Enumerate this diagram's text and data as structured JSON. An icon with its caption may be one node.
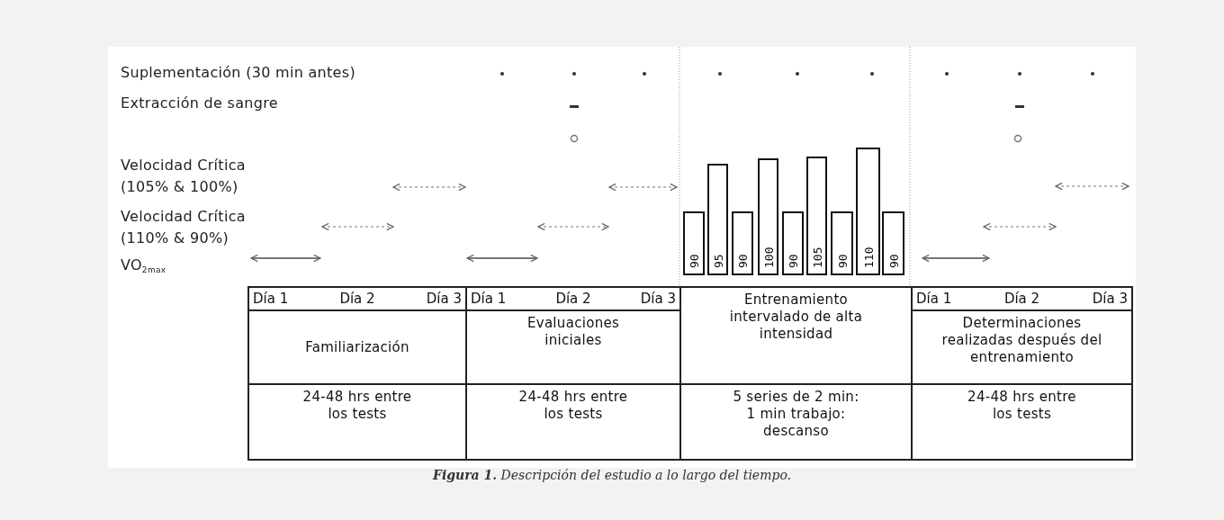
{
  "diagram": {
    "caption": "**Figura 1.** Descripción del estudio a lo largo del tiempo.",
    "nodes": [
      {
        "text": [
          "90"
        ]
      },
      {
        "text": [
          "95"
        ]
      },
      {
        "text": [
          "90"
        ]
      },
      {
        "text": [
          "100"
        ]
      },
      {
        "text": [
          "90"
        ]
      },
      {
        "text": [
          "105"
        ]
      },
      {
        "text": [
          "90"
        ]
      },
      {
        "text": [
          "110"
        ]
      },
      {
        "text": [
          "90"
        ]
      },
      {
        "text": [
          "Día 1",
          "Día 2",
          "Día 3"
        ]
      },
      {
        "text": [
          "Día 1",
          "Día 2",
          "Día 3"
        ]
      },
      {
        "text": [
          "Entrenamiento intervalado de alta intensidad"
        ]
      },
      {
        "text": [
          "Día 1",
          "Día 2",
          "Día 3"
        ]
      },
      {
        "text": [
          "Familiarización"
        ]
      },
      {
        "text": [
          "Evaluaciones iniciales"
        ]
      },
      {
        "text": [
          "Determinaciones realizadas después del entrenamiento"
        ]
      },
      {
        "text": [
          "24-48 hrs entre los tests"
        ]
      },
      {
        "text": [
          "24-48 hrs entre los tests"
        ]
      },
      {
        "text": [
          "5 series de 2 min: 1 min trabajo: descanso"
        ]
      },
      {
        "text": [
          "24-48 hrs entre los tests"
        ]
      }
    ],
    "labels": [
      "Suplementación (30 min antes)",
      "Extracción de sangre",
      "Velocidad Crítica (105% & 100%)",
      "Velocidad Crítica (110% & 90%)",
      "VO$_{2max}$"
    ]
  }
}
